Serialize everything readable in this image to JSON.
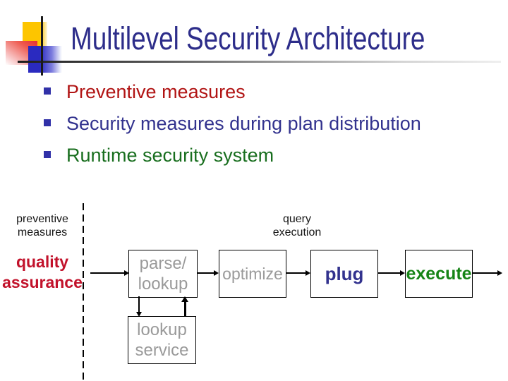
{
  "title": "Multilevel Security Architecture",
  "bullets": [
    {
      "label": "Preventive measures",
      "color": "#b11414"
    },
    {
      "label": "Security measures during plan distribution",
      "color": "#32328e"
    },
    {
      "label": "Runtime security system",
      "color": "#186e1e"
    }
  ],
  "diagram": {
    "labels": {
      "preventive": {
        "line1": "preventive",
        "line2": "measures"
      },
      "quality": {
        "line1": "quality",
        "line2": "assurance",
        "color": "#c2122b"
      },
      "query": {
        "line1": "query",
        "line2": "execution"
      }
    },
    "boxes": {
      "parse": {
        "line1": "parse/",
        "line2": "lookup",
        "color": "#9a9a9a"
      },
      "optimize": {
        "line1": "optimize",
        "color": "#9a9a9a"
      },
      "plug": {
        "line1": "plug",
        "color": "#32328e"
      },
      "execute": {
        "line1": "execute",
        "color": "#168416"
      },
      "lookup_service": {
        "line1": "lookup",
        "line2": "service",
        "color": "#9a9a9a"
      }
    }
  },
  "colors": {
    "title": "#2d2d8a",
    "bullet_square": "#3131a8",
    "accent_yellow": "#fdc500",
    "accent_red": "#e62e2e",
    "accent_blue": "#2a2ac0",
    "box_border": "#000000"
  }
}
